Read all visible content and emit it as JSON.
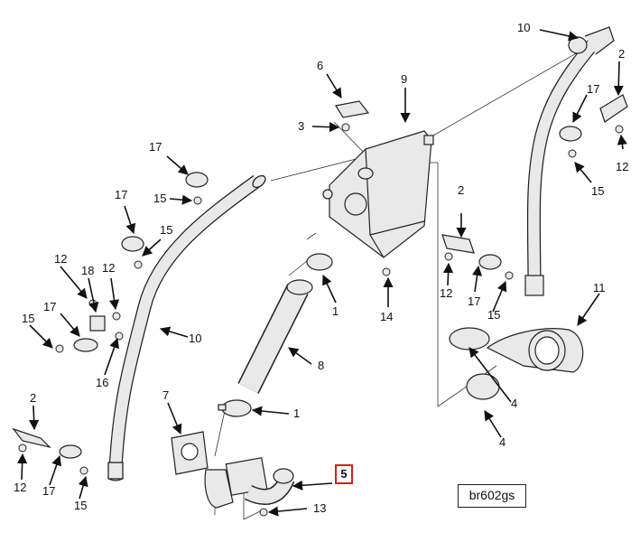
{
  "callouts": [
    "10",
    "2",
    "6",
    "9",
    "3",
    "17",
    "12",
    "15",
    "17",
    "15",
    "17",
    "15",
    "12",
    "18",
    "12",
    "17",
    "15",
    "16",
    "10",
    "1",
    "8",
    "14",
    "2",
    "12",
    "17",
    "15",
    "11",
    "4",
    "4",
    "7",
    "1",
    "5",
    "13",
    "2",
    "12",
    "17",
    "15"
  ],
  "highlighted_callout": "5",
  "figure_code": "br602gs",
  "colors": {
    "highlight": "#e01818",
    "line": "#222222",
    "part_fill": "#e9e9e9"
  }
}
